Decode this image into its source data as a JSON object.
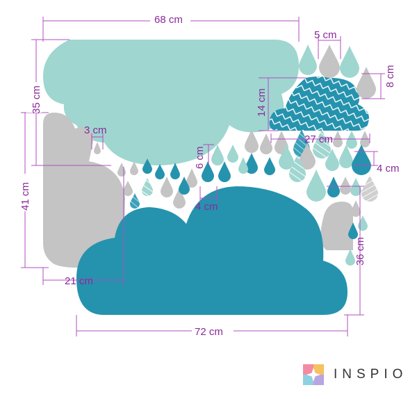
{
  "colors": {
    "mint": "#9fd6d0",
    "teal": "#2593ae",
    "gray": "#c4c4c4",
    "dimension": "#a23ab4"
  },
  "dimensions": {
    "top_cloud_width": "68 cm",
    "top_cloud_height": "35 cm",
    "small_drop_width": "5 cm",
    "patterned_cloud_height": "14 cm",
    "right_drop_height": "8 cm",
    "patterned_cloud_width": "27 cm",
    "medium_drop_width": "4 cm",
    "drop_height_6": "6 cm",
    "drop_height_4": "4 cm",
    "tiny_drop_width": "3 cm",
    "gray_cloud_height": "41 cm",
    "gray_cloud_width": "21 cm",
    "bottom_cloud_height": "36 cm",
    "bottom_cloud_width": "72 cm"
  },
  "brand": {
    "name": "INSPIO",
    "logo": "inspio-logo-icon"
  }
}
